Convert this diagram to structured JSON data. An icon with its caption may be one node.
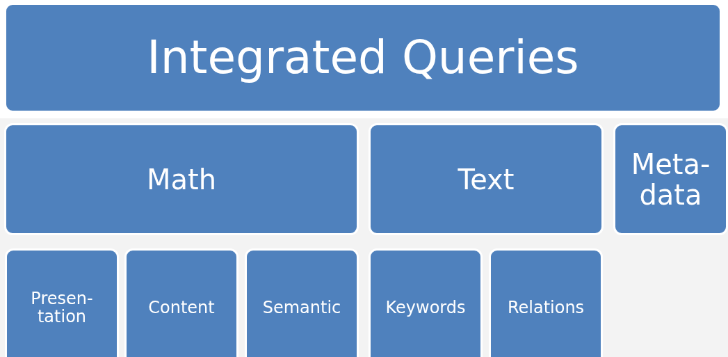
{
  "diagram": {
    "nodes": [
      {
        "text": [
          "Integrated Queries"
        ]
      },
      {
        "text": [
          "Math"
        ]
      },
      {
        "text": [
          "Text"
        ]
      },
      {
        "text": [
          "Meta- data"
        ]
      },
      {
        "text": [
          "Presen- tation"
        ]
      },
      {
        "text": [
          "Content"
        ]
      },
      {
        "text": [
          "Semantic"
        ]
      },
      {
        "text": [
          "Keywords"
        ]
      },
      {
        "text": [
          "Relations"
        ]
      }
    ]
  }
}
